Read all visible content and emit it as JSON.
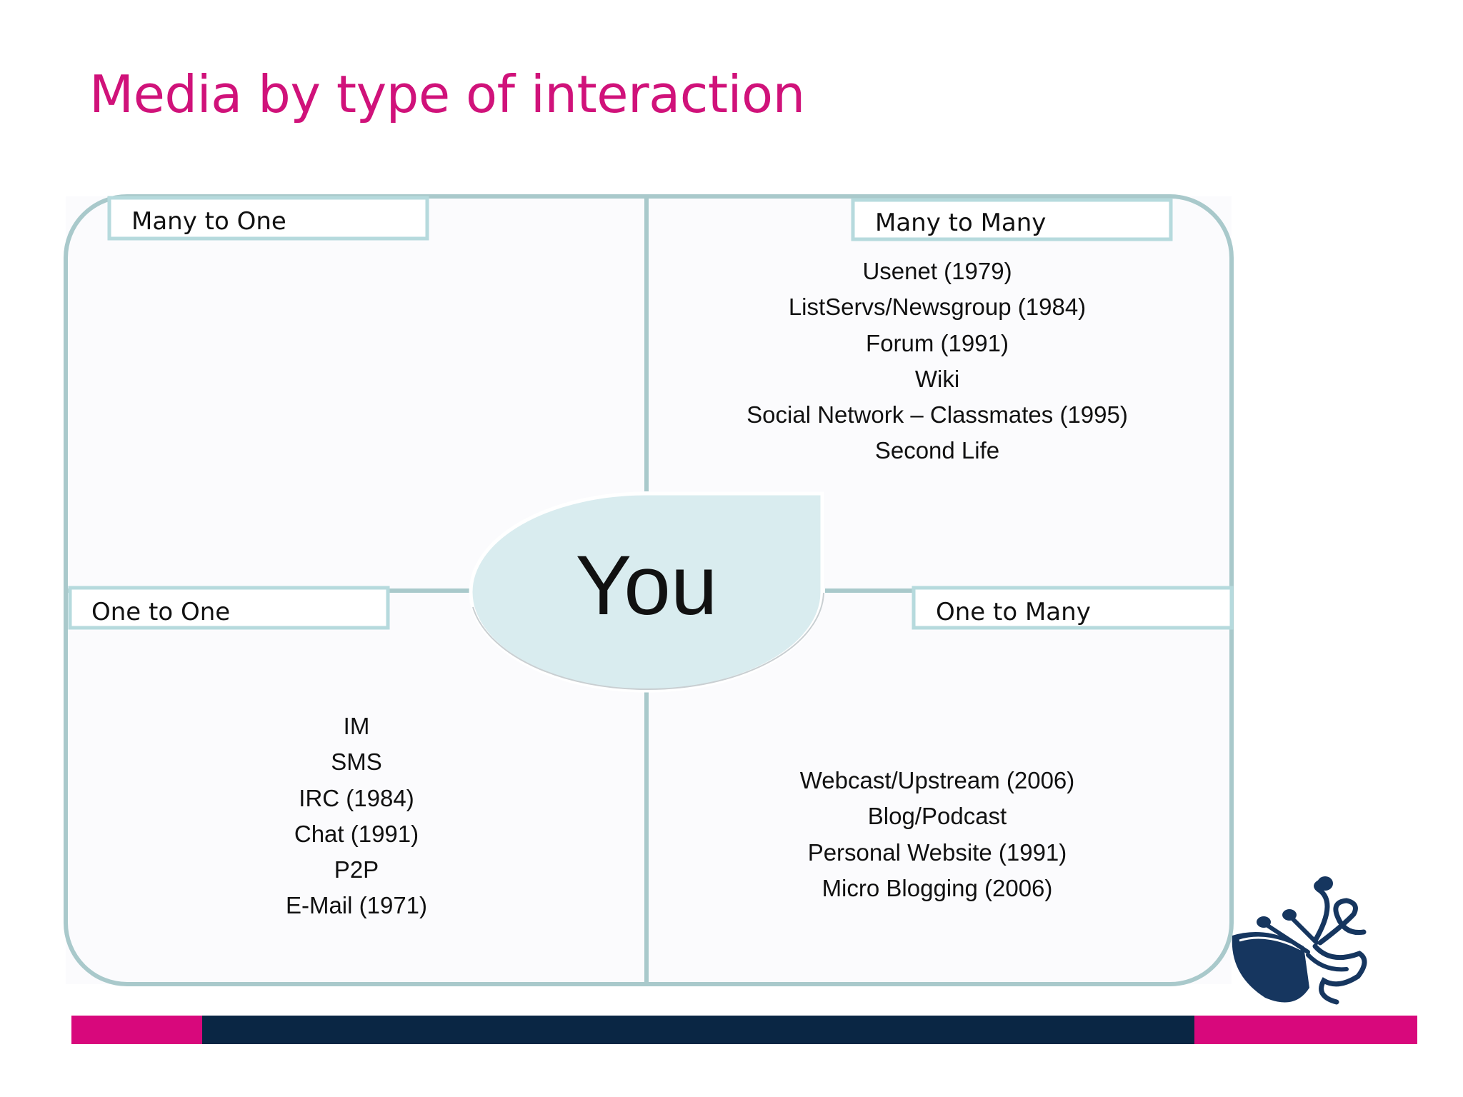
{
  "title": "Media by type of interaction",
  "center": {
    "label": "You"
  },
  "quadrants": {
    "many_to_one": {
      "label": "Many to One",
      "items": []
    },
    "many_to_many": {
      "label": "Many to Many",
      "items": [
        "Usenet (1979)",
        "ListServs/Newsgroup (1984)",
        "Forum (1991)",
        "Wiki",
        "Social Network – Classmates (1995)",
        "Second Life"
      ]
    },
    "one_to_one": {
      "label": "One to One",
      "items": [
        "IM",
        "SMS",
        "IRC (1984)",
        "Chat (1991)",
        "P2P",
        "E-Mail (1971)"
      ]
    },
    "one_to_many": {
      "label": "One to Many",
      "items": [
        "Webcast/Upstream (2006)",
        "Blog/Podcast",
        "Personal Website (1991)",
        "Micro Blogging  (2006)"
      ]
    }
  },
  "colors": {
    "title": "#d0127a",
    "frame_stroke": "#a9c9cb",
    "center_fill": "#d9ecef",
    "bar_magenta": "#d8087c",
    "bar_navy": "#0a2644",
    "logo": "#16365f"
  },
  "icons": {
    "logo": "drummer-logo-icon"
  }
}
